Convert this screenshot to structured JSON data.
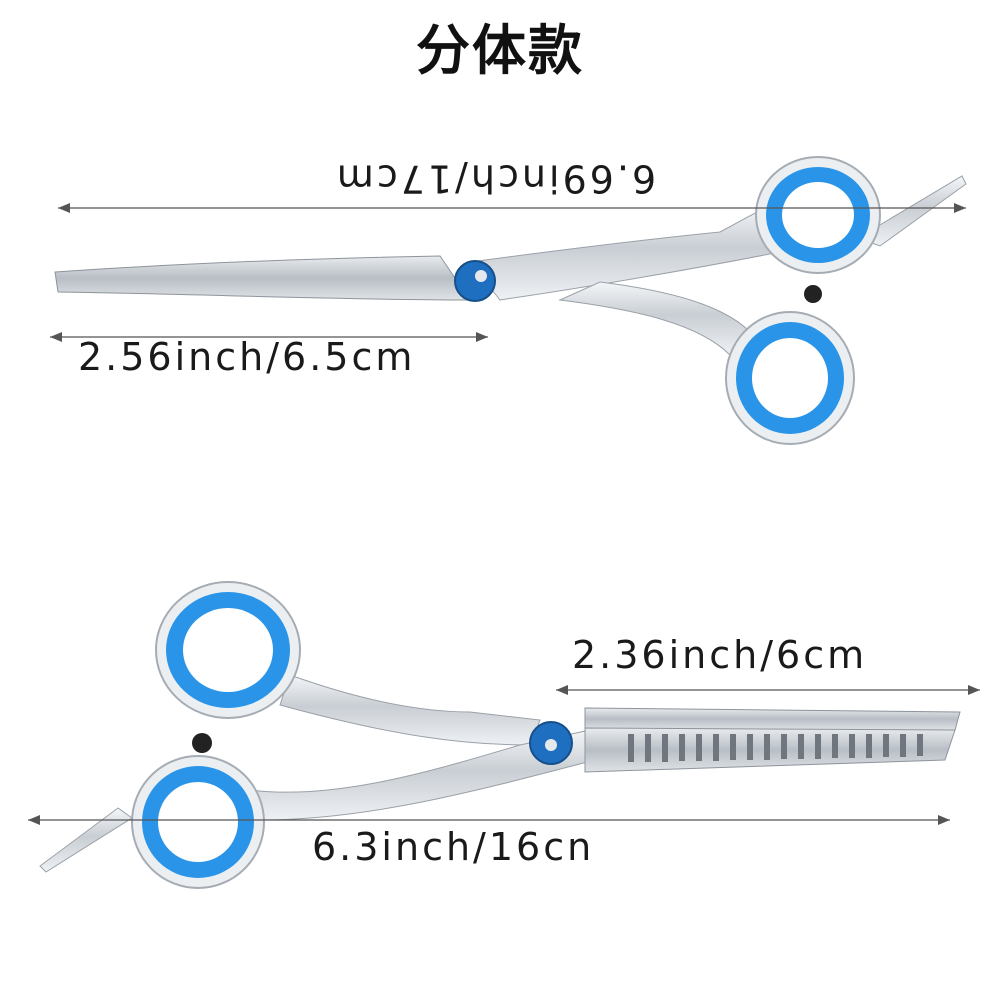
{
  "title": "分体款",
  "colors": {
    "ring": "#2a95e8",
    "steel": "#d9dde1",
    "text": "#1a1a1a"
  },
  "straight_scissors": {
    "overall_length": "6.69inch/17cm",
    "blade_length": "2.56inch/6.5cm"
  },
  "thinning_scissors": {
    "blade_length": "2.36inch/6cm",
    "overall_length": "6.3inch/16cn"
  }
}
